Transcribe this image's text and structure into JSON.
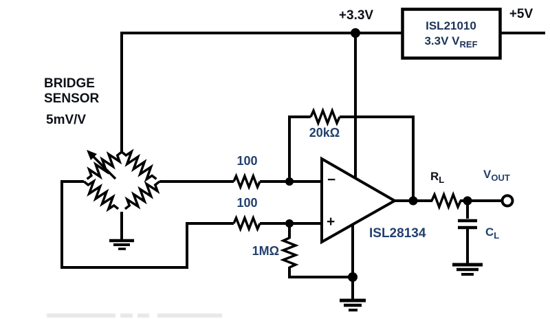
{
  "diagram_type": "analog circuit schematic - bridge sensor amplifier",
  "colors": {
    "wire": "#000000",
    "background": "#ffffff",
    "label_dark": "#0d1017",
    "label_navy": "#22406e",
    "vref_box_text": "#1d3357"
  },
  "labels": {
    "supply_rail": "+3.3V",
    "supply_input": "+5V",
    "vref": {
      "line1": "ISL21010",
      "line2_main": "3.3V V",
      "line2_sub": "REF"
    },
    "sensor": {
      "line1": "BRIDGE",
      "line2": "SENSOR",
      "line3": "5mV/V"
    },
    "r_in_top": "100",
    "r_in_bottom": "100",
    "r_feedback": "20kΩ",
    "r_bias": "1MΩ",
    "opamp_part": "ISL28134",
    "opamp_inverting": "−",
    "opamp_noninverting": "+",
    "r_load": {
      "main": "R",
      "sub": "L"
    },
    "v_out": {
      "main": "V",
      "sub": "OUT"
    },
    "c_load": {
      "main": "C",
      "sub": "L"
    }
  }
}
